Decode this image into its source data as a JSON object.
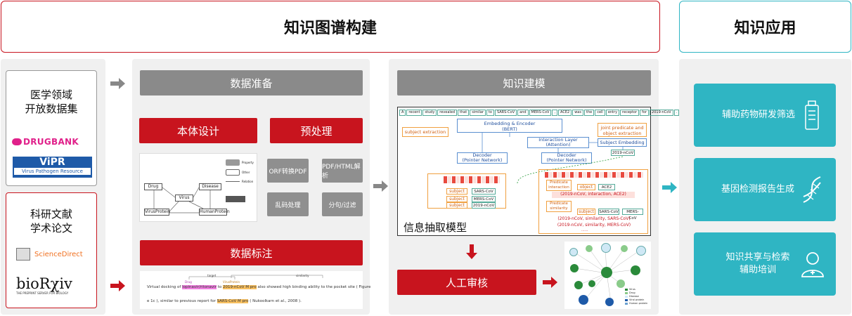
{
  "headers": {
    "construction": "知识图谱构建",
    "application": "知识应用"
  },
  "sources": {
    "open_data": {
      "title": "医学领域\n开放数据集",
      "logos": [
        "DRUGBANK",
        "ViPR",
        "Virus Pathogen Resource"
      ]
    },
    "literature": {
      "title": "科研文献\n学术论文",
      "logos": [
        "ScienceDirect",
        "bioRχiv",
        "THE PREPRINT SERVER FOR BIOLOGY"
      ]
    }
  },
  "data_prep": {
    "title": "数据准备",
    "ontology_btn": "本体设计",
    "preprocess_btn": "预处理",
    "steps": [
      "ORF转换PDF",
      "PDF/HTML解析",
      "乱码处理",
      "分句/过滤"
    ],
    "ontology_nodes": [
      "Drug",
      "Disease",
      "Virus",
      "VirusProtein",
      "HumanProtein",
      "Property",
      "Other",
      "Relation"
    ],
    "annotation_btn": "数据标注",
    "annotation_text": {
      "line1_a": "Virtual docking of",
      "drug": "lopinavir/ritonavir",
      "line1_b": "to",
      "protein": "2019-nCoV M pro",
      "line1_c": "also showed high binding ability to the pocket site ( Figure",
      "line2_a": "e 1c ), similar to previous report for",
      "protein2": "SARS-CoV M pro",
      "line2_b": "( Nukoolkarn et al., 2008 ).",
      "labels": [
        "target",
        "similarity",
        "Drug",
        "VirusProtein"
      ]
    }
  },
  "knowledge_model": {
    "title": "知识建模",
    "sentence_tokens": [
      "A",
      "recent",
      "study",
      "revealed",
      "that",
      "similar",
      "to",
      "SARS-CoV",
      "and",
      "MERS-CoV",
      ",",
      "ACE2",
      "was",
      "the",
      "cell",
      "entry",
      "receptor",
      "for",
      "2019-nCoV",
      "."
    ],
    "subject_extraction": "subject extraction",
    "encoder": "Embedding & Encoder\n(BERT)",
    "decoder_left": "Decoder\n(Pointer Network)",
    "interaction": "Interaction Layer\n(Attention)",
    "decoder_right": "Decoder\n(Pointer Network)",
    "joint": "joint predicate and\nobject extraction",
    "subject_embedding": "Subject Embedding",
    "tag": "2019-nCoV",
    "subjects": [
      "subject",
      "subject",
      "subject"
    ],
    "subject_values": [
      "SARS-CoV",
      "MERS-CoV",
      "2019-nCoV"
    ],
    "predicate_interaction": "Predicate\ninteraction",
    "object_label": "object",
    "ace2": "ACE2",
    "triple1": "(2019-nCoV, interaction, ACE2)",
    "predicate_similarity": "Predicate\nsimilarity",
    "subject_label": "subject",
    "sars": "SARS-CoV",
    "mers": "MERS-CoV",
    "triple2": "(2019-nCoV, similarity, SARS-CoV)",
    "triple3": "(2019-nCoV, similarity, MERS-CoV)",
    "ellipsis": "......",
    "model_caption": "信息抽取模型",
    "review_btn": "人工审核",
    "graph_legend": [
      "Virus",
      "Drug",
      "Disease",
      "Viral protein",
      "Human protein"
    ]
  },
  "applications": {
    "items": [
      {
        "label": "辅助药物研发筛选",
        "icon": "medicine-bottle-icon"
      },
      {
        "label": "基因检测报告生成",
        "icon": "dna-icon"
      },
      {
        "label": "知识共享与检索\n辅助培训",
        "icon": "doctor-icon"
      }
    ]
  },
  "colors": {
    "red": "#c8141e",
    "teal": "#2fb5c3",
    "gray": "#8a8a8a",
    "panel": "#f0f0f0",
    "drugbank": "#e0208a",
    "vipr": "#1e5aa8"
  }
}
